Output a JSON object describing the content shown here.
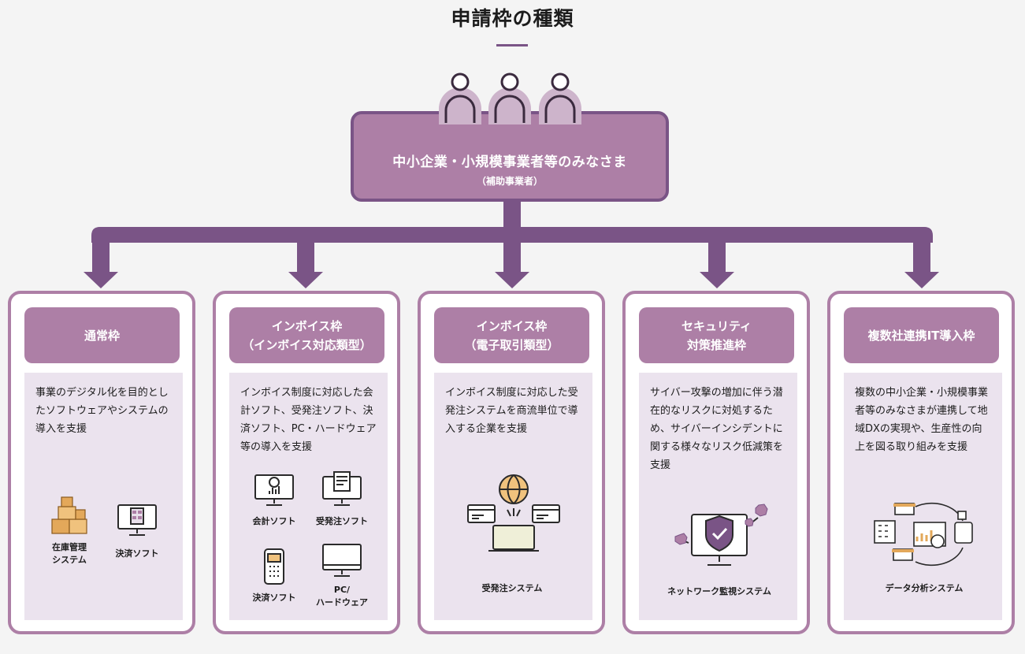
{
  "page": {
    "title": "申請枠の種類"
  },
  "hub": {
    "title": "中小企業・小規模事業者等のみなさま",
    "subtitle": "（補助事業者）"
  },
  "cards": [
    {
      "head_line1": "通常枠",
      "head_line2": "",
      "description": "事業のデジタル化を目的としたソフトウェアやシステムの導入を支援",
      "icons": [
        {
          "name": "inventory-icon",
          "label_line1": "在庫管理",
          "label_line2": "システム"
        },
        {
          "name": "payment-monitor-icon",
          "label_line1": "決済ソフト",
          "label_line2": ""
        }
      ]
    },
    {
      "head_line1": "インボイス枠",
      "head_line2": "（インボイス対応類型）",
      "description": "インボイス制度に対応した会計ソフト、受発注ソフト、決済ソフト、PC・ハードウェア等の導入を支援",
      "icons": [
        {
          "name": "accounting-icon",
          "label_line1": "会計ソフト",
          "label_line2": ""
        },
        {
          "name": "order-icon",
          "label_line1": "受発注ソフト",
          "label_line2": ""
        },
        {
          "name": "payment-terminal-icon",
          "label_line1": "決済ソフト",
          "label_line2": ""
        },
        {
          "name": "pc-icon",
          "label_line1": "PC/",
          "label_line2": "ハードウェア"
        }
      ]
    },
    {
      "head_line1": "インボイス枠",
      "head_line2": "（電子取引類型）",
      "description": "インボイス制度に対応した受発注システムを商流単位で導入する企業を支援",
      "icons": [
        {
          "name": "order-system-icon",
          "label_line1": "受発注システム",
          "label_line2": ""
        }
      ]
    },
    {
      "head_line1": "セキュリティ",
      "head_line2": "対策推進枠",
      "description": "サイバー攻撃の増加に伴う潜在的なリスクに対処するため、サイバーインシデントに関する様々なリスク低減策を支援",
      "icons": [
        {
          "name": "network-monitor-icon",
          "label_line1": "ネットワーク監視システム",
          "label_line2": ""
        }
      ]
    },
    {
      "head_line1": "複数社連携IT導入枠",
      "head_line2": "",
      "description": "複数の中小企業・小規模事業者等のみなさまが連携して地域DXの実現や、生産性の向上を図る取り組みを支援",
      "icons": [
        {
          "name": "data-analysis-icon",
          "label_line1": "データ分析システム",
          "label_line2": ""
        }
      ]
    }
  ]
}
